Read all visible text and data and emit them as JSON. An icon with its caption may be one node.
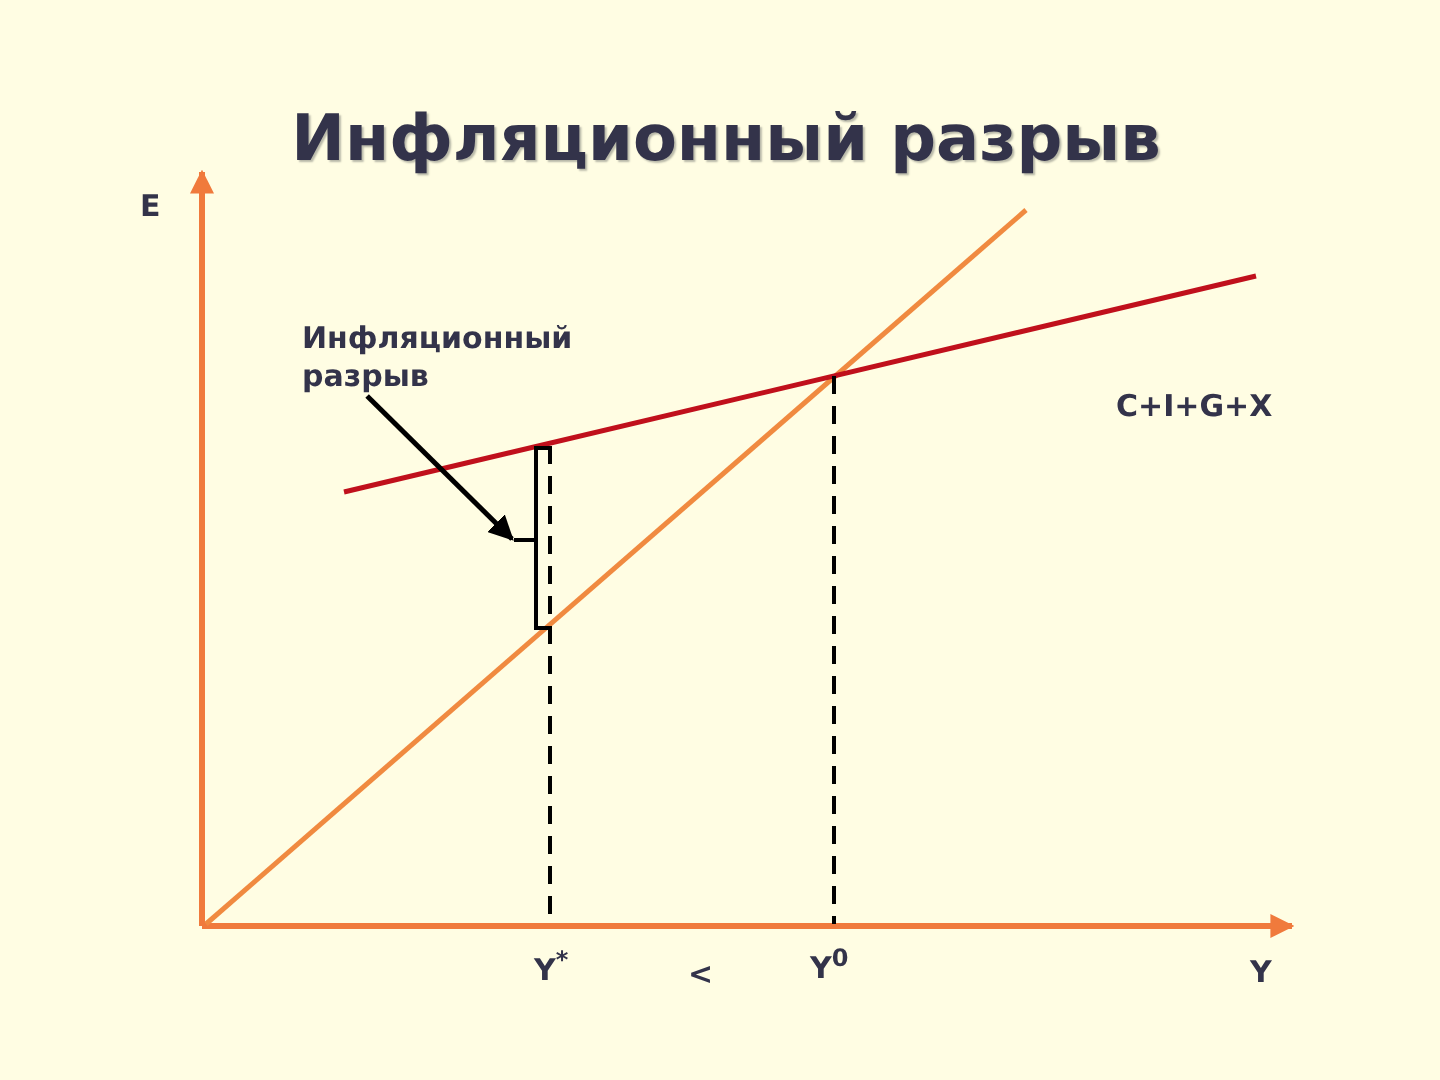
{
  "diagram": {
    "title": "Инфляционный разрыв",
    "nodes": [
      {
        "text": [
          "Инфляционный разрыв"
        ]
      },
      {
        "text": [],
        "shape": "bracket"
      }
    ],
    "edges": [
      {
        "from": 0,
        "to": 1,
        "arrow": "to"
      }
    ],
    "labels": [
      "E",
      "C+I+G+X",
      "Y$^{*}$",
      "<",
      "Y$^{0}$",
      "Y"
    ]
  }
}
